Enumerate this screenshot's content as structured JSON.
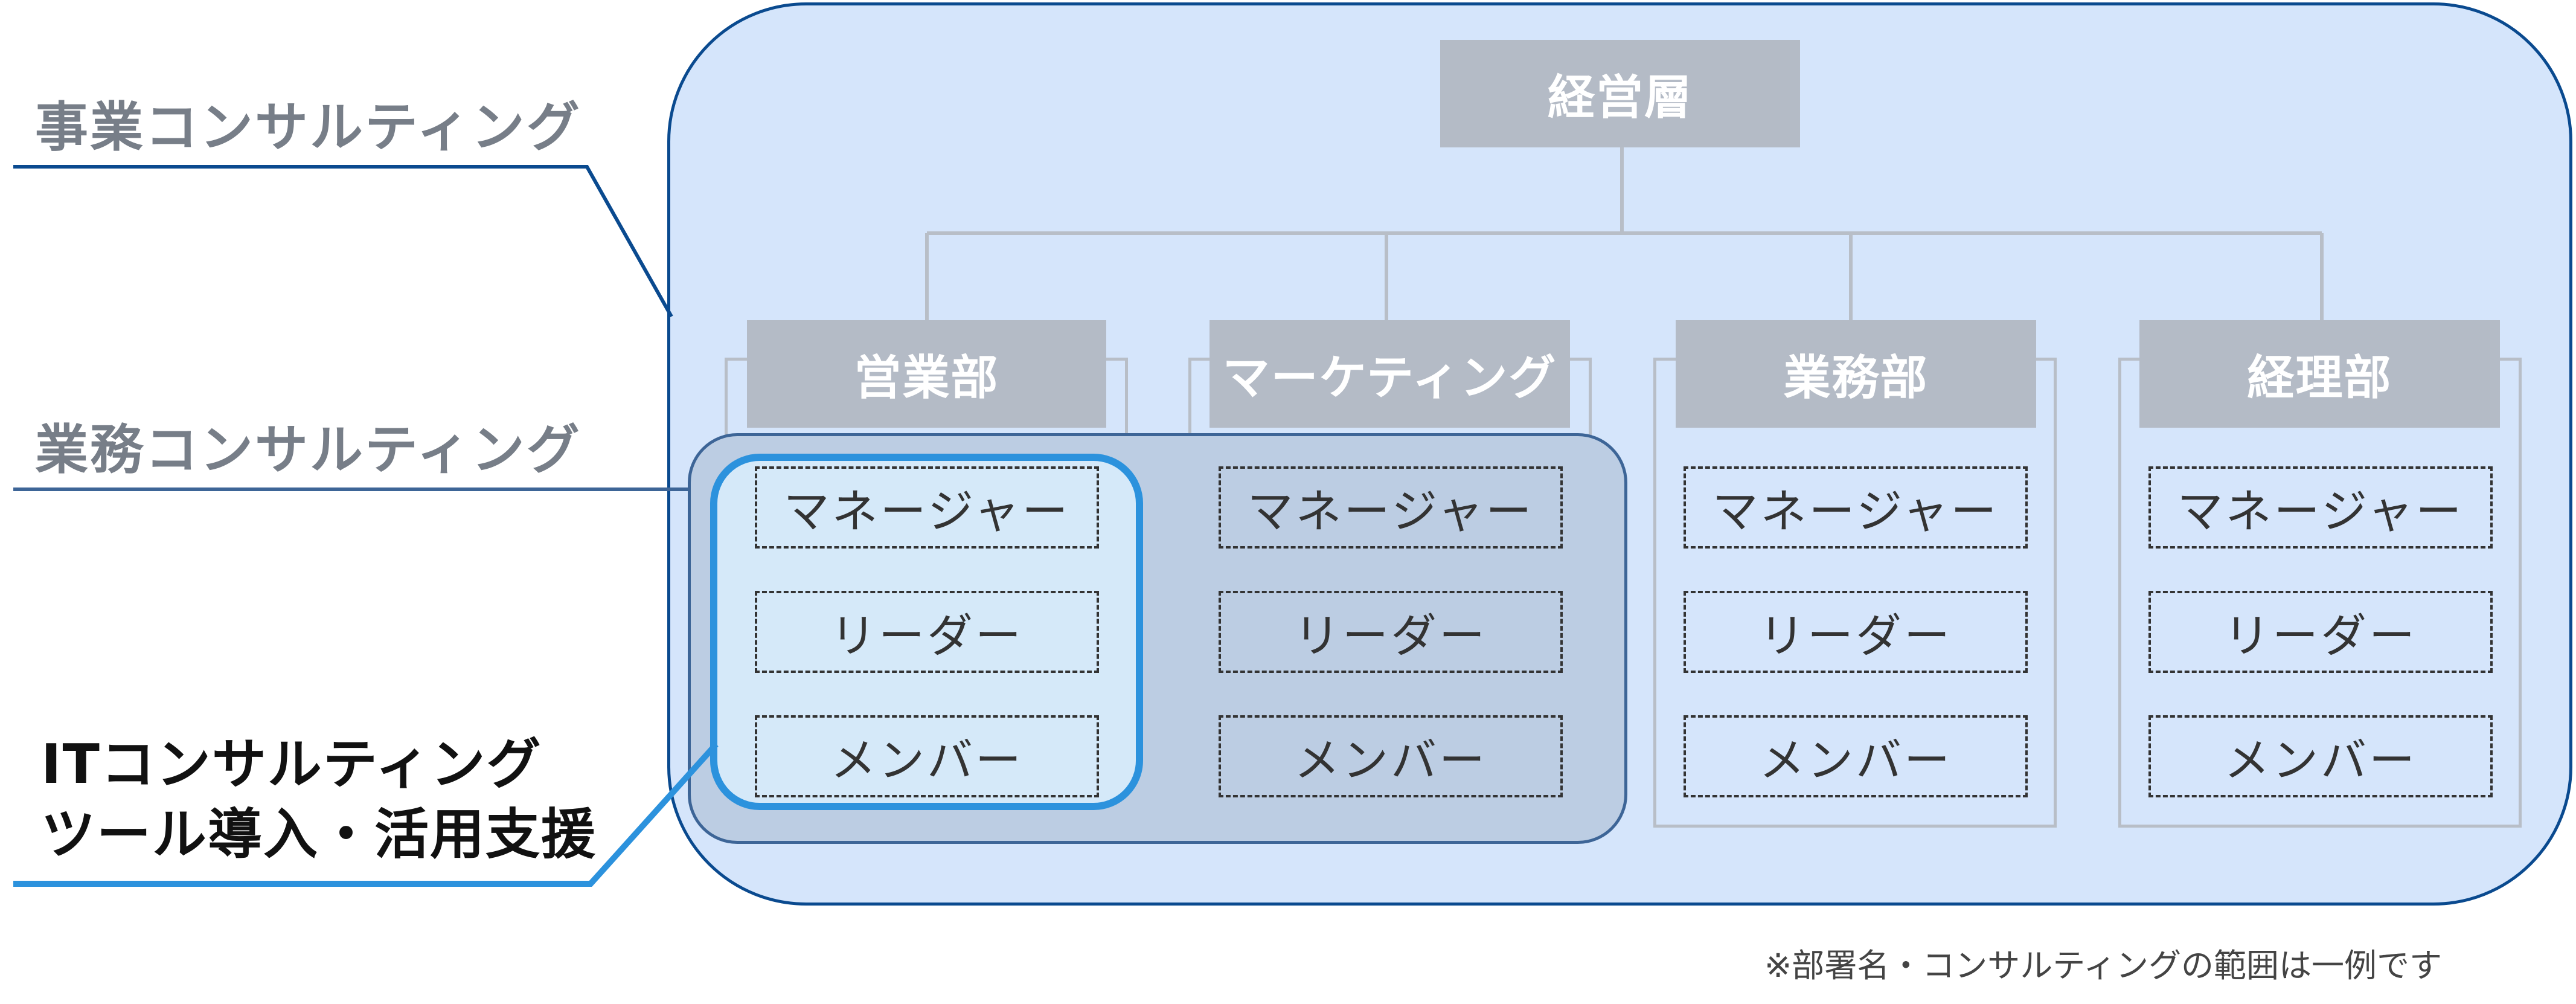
{
  "top_box": {
    "label": "経営層"
  },
  "departments": [
    {
      "name": "営業部",
      "roles": [
        "マネージャー",
        "リーダー",
        "メンバー"
      ]
    },
    {
      "name": "マーケティング",
      "roles": [
        "マネージャー",
        "リーダー",
        "メンバー"
      ]
    },
    {
      "name": "業務部",
      "roles": [
        "マネージャー",
        "リーダー",
        "メンバー"
      ]
    },
    {
      "name": "経理部",
      "roles": [
        "マネージャー",
        "リーダー",
        "メンバー"
      ]
    }
  ],
  "scopes": {
    "business": "事業コンサルティング",
    "operations": "業務コンサルティング",
    "it_line1": "ITコンサルティング",
    "it_line2": "ツール導入・活用支援"
  },
  "footnote": "※部署名・コンサルティングの範囲は一例です",
  "colors": {
    "business_border": "#0a4a8f",
    "business_fill": "#d5e5fb",
    "operations_border": "#3d6597",
    "it_border": "#2c92dd",
    "header_fill": "#b4bbc6"
  }
}
